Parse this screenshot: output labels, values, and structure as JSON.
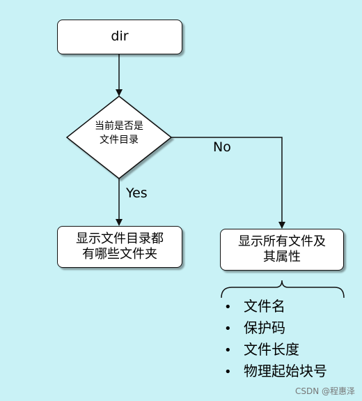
{
  "nodes": {
    "start": "dir",
    "decision_line1": "当前是否是",
    "decision_line2": "文件目录",
    "yes_branch_line1": "显示文件目录都",
    "yes_branch_line2": "有哪些文件夹",
    "no_branch_line1": "显示所有文件及",
    "no_branch_line2": "其属性"
  },
  "edges": {
    "yes": "Yes",
    "no": "No"
  },
  "attributes": [
    "文件名",
    "保护码",
    "文件长度",
    "物理起始块号"
  ],
  "bullet_glyph": "•",
  "watermark": "CSDN @程惠泽",
  "colors": {
    "background": "#c9f2f6",
    "node_fill": "#ffffff",
    "stroke": "#111111"
  }
}
